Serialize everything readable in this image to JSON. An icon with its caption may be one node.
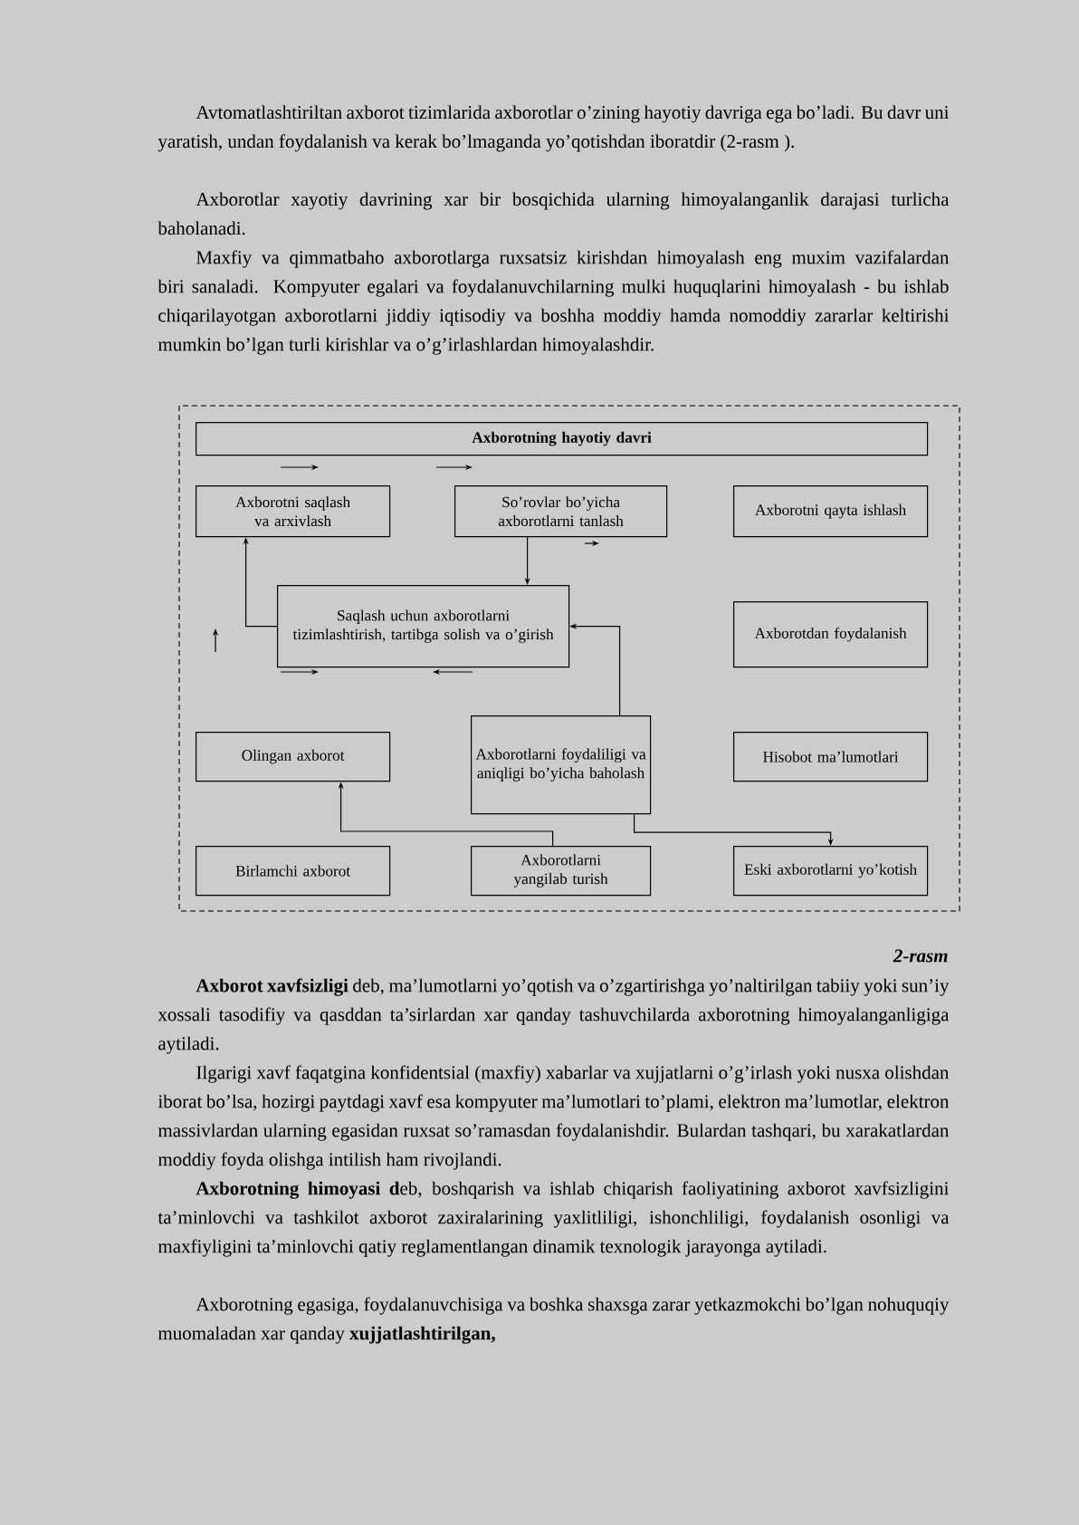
{
  "diagram": {
    "caption": "2-rasm",
    "nodes": [
      {
        "text": [
          "Axborotning hayotiy davri"
        ]
      },
      {
        "text": [
          "Axborotni saqlash va arxivlash"
        ]
      },
      {
        "text": [
          "So’rovlar bo’yicha axborotlarni tanlash"
        ]
      },
      {
        "text": [
          "Axborotni qayta ishlash"
        ]
      },
      {
        "text": [
          "Saqlash uchun axborotlarni tizimlashtirish, tartibga solish va o’girish"
        ]
      },
      {
        "text": [
          "Axborotdan foydalanish"
        ]
      },
      {
        "text": [
          "Olingan axborot"
        ]
      },
      {
        "text": [
          "Axborotlarni foydaliligi va aniqligi bo’yicha baholash"
        ]
      },
      {
        "text": [
          "Hisobot ma’lumotlari"
        ]
      },
      {
        "text": [
          "Birlamchi axborot"
        ]
      },
      {
        "text": [
          "Axborotlarni yangilab turish"
        ]
      },
      {
        "text": [
          "Eski axborotlarni yo’kotish"
        ]
      }
    ],
    "edges": [
      {
        "from": 4,
        "to": 1,
        "arrow": "to"
      },
      {
        "from": 2,
        "to": 4,
        "arrow": "to"
      },
      {
        "from": 7,
        "to": 4,
        "arrow": "to"
      },
      {
        "from": 10,
        "to": 6,
        "arrow": "to"
      },
      {
        "from": 7,
        "to": 11,
        "arrow": "to"
      }
    ],
    "labels": [
      "Avtomatlashtiriltan axborot tizimlarida axborotlar o’zining hayotiy davriga ega bo’ladi. Bu davr uni yaratish, undan foydalanish va kerak bo’lmaganda yo’qotishdan iboratdir (2-rasm ).",
      "Axborotlar xayotiy davrining xar bir bosqichida ularning himoyalanganlik darajasi turlicha baholanadi.",
      "Maxfiy va qimmatbaho axborotlarga ruxsatsiz kirishdan himoyalash eng muxim vazifalardan biri sanaladi. Kompyuter egalari va foydalanuvchilarning mulki huquqlarini himoyalash - bu ishlab chiqarilayotgan axborotlarni jiddiy iqtisodiy va boshha moddiy hamda nomoddiy zararlar keltirishi mumkin bo’lgan turli kirishlar va o’g’irlashlardan himoyalashdir.",
      "**Axborot xavfsizligi** deb, ma’lumotlarni yo’qotish va o’zgartirishga yo’naltirilgan tabiiy yoki sun’iy xossali tasodifiy va qasddan ta’sirlardan xar qanday tashuvchilarda axborotning himoyalanganligiga aytiladi.",
      "Ilgarigi xavf faqatgina konfidentsial (maxfiy) xabarlar va xujjatlarni o’g’irlash yoki nusxa olishdan iborat bo’lsa, hozirgi paytdagi xavf esa kompyuter ma’lumotlari to’plami, elektron ma’lumotlar, elektron massivlardan ularning egasidan ruxsat so’ramasdan foydalanishdir. Bulardan tashqari, bu xarakatlardan moddiy foyda olishga intilish ham rivojlandi.",
      "**Axborotning himoyasi d**eb, boshqarish va ishlab chiqarish faoliyatining axborot xavfsizligini ta’minlovchi va tashkilot axborot zaxiralarining yaxlitliligi, ishonchliligi, foydalanish osonligi va maxfiyligini ta’minlovchi qatiy reglamentlangan dinamik texnologik jarayonga aytiladi.",
      "Axborotning egasiga, foydalanuvchisiga va boshka shaxsga zarar yetkazmokchi bo’lgan nohuquqiy muomaladan xar qanday **xujjatlashtirilgan,**"
    ]
  }
}
